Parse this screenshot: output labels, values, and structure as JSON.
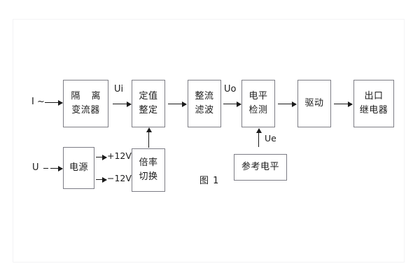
{
  "figure": {
    "caption": "图 1",
    "inputs": {
      "current_label": "I ~",
      "voltage_label": "U"
    },
    "signal_labels": {
      "ui": "Ui",
      "uo": "Uo",
      "ue": "Ue"
    },
    "supply_rails": {
      "positive": "+12V",
      "negative": "−12V"
    },
    "blocks": [
      {
        "id": "isolation-transformer",
        "line1": "隔 离",
        "line2": "变流器"
      },
      {
        "id": "setting-value",
        "line1": "定值",
        "line2": "整定"
      },
      {
        "id": "rectify-filter",
        "line1": "整流",
        "line2": "滤波"
      },
      {
        "id": "level-detection",
        "line1": "电平",
        "line2": "检测"
      },
      {
        "id": "driver",
        "line1": "驱动",
        "line2": ""
      },
      {
        "id": "output-relay",
        "line1": "出口",
        "line2": "继电器"
      },
      {
        "id": "power-supply",
        "line1": "电源",
        "line2": ""
      },
      {
        "id": "multiplier-switch",
        "line1": "倍率",
        "line2": "切换"
      },
      {
        "id": "reference-level",
        "line1": "参考电平",
        "line2": ""
      }
    ],
    "colors": {
      "box_border": "#7d7d85",
      "ink": "#1b1b1b",
      "background": "#ffffff",
      "frame": "#f3f3f5"
    }
  }
}
